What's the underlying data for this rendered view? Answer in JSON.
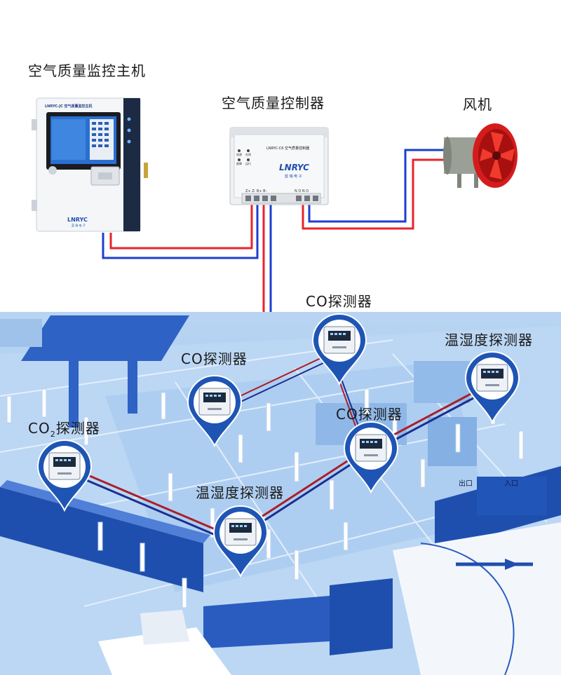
{
  "labels": {
    "host": "空气质量监控主机",
    "controller": "空气质量控制器",
    "fan": "风机",
    "co_top": "CO探测器",
    "co_left": "CO探测器",
    "co_mid": "CO探测器",
    "co2_prefix": "CO",
    "co2_sub": "2",
    "co2_suffix": "探测器",
    "th_right": "温湿度探测器",
    "th_bottom": "温湿度探测器"
  },
  "host_device": {
    "model": "LNRYC-JC 空气质量监控主机",
    "brand": "LNRYC",
    "brand_cn": "蓝 瑞 电 子"
  },
  "controller_device": {
    "model": "LNRYC-CK 空气质量控制器",
    "brand": "LNRYC",
    "brand_cn": "蓝 瑞 电 子",
    "leds": [
      "电源",
      "在线",
      "故障",
      "运行"
    ],
    "terminals_left": "Z+ Z- B+ B-",
    "terminals_right": "N O N O"
  },
  "signs": {
    "exit": "出口",
    "entrance": "入口"
  },
  "colors": {
    "wire_red": "#e8232a",
    "wire_blue": "#1c3fd0",
    "pin_blue": "#1e55b5",
    "wall_blue": "#1f4fae",
    "fan_red": "#e02020"
  }
}
